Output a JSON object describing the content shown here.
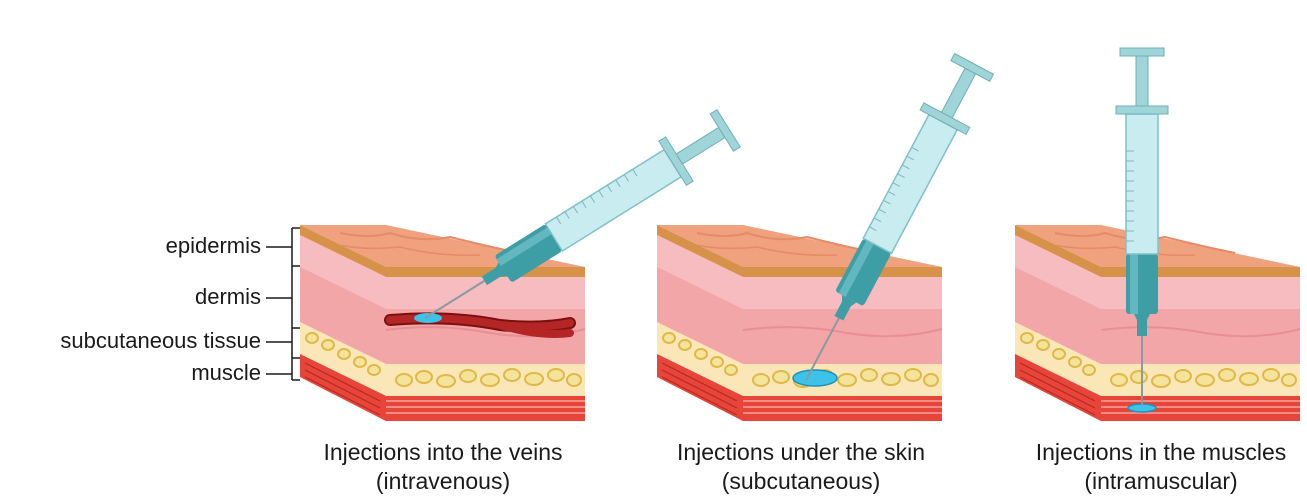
{
  "layers": [
    {
      "label": "epidermis"
    },
    {
      "label": "dermis"
    },
    {
      "label": "subcutaneous tissue"
    },
    {
      "label": "muscle"
    }
  ],
  "panels": [
    {
      "title": "Injections into the veins",
      "subtitle": "(intravenous)"
    },
    {
      "title": "Injections under the skin",
      "subtitle": "(subcutaneous)"
    },
    {
      "title": "Injections in the muscles",
      "subtitle": "(intramuscular)"
    }
  ],
  "colors": {
    "skin_top": "#f0a27e",
    "epidermis": "#f7b9a4",
    "dermis": "#f3a7a7",
    "fat": "#f4e39a",
    "muscle": "#e8453a",
    "vein": "#9b1c1c",
    "syringe_body": "#c9ecf0",
    "syringe_dark": "#3e9ea6",
    "medicine": "#3ec3e8"
  }
}
